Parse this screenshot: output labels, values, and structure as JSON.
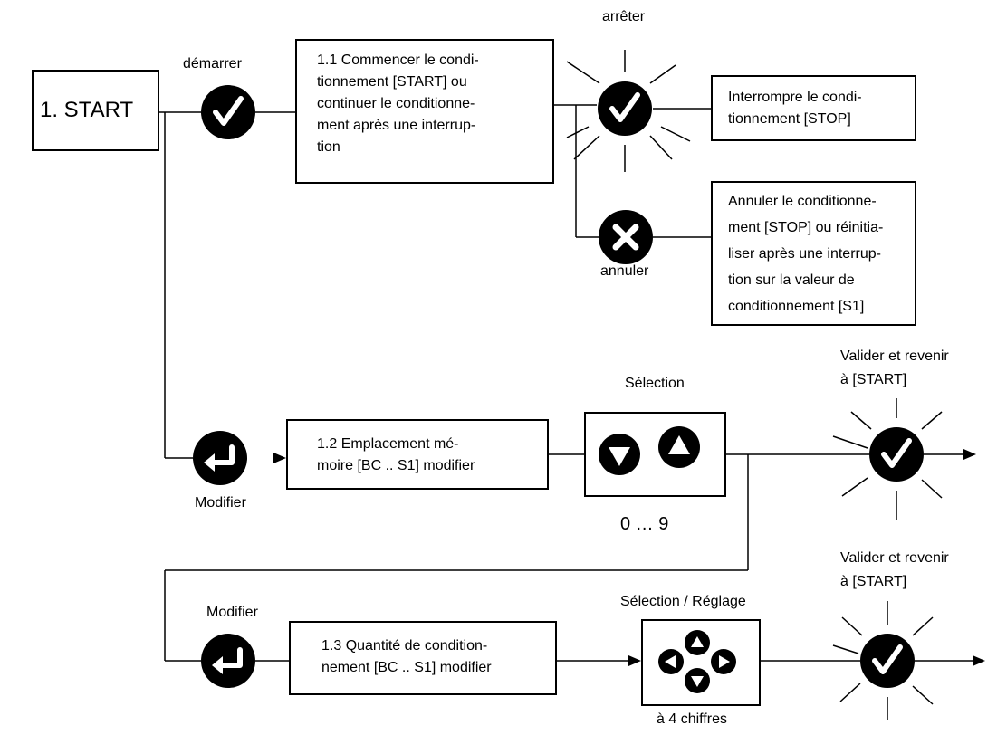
{
  "start_box": {
    "text": "1. START"
  },
  "labels": {
    "demarrer": "démarrer",
    "arreter": "arrêter",
    "annuler": "annuler",
    "modifier_1": "Modifier",
    "modifier_2": "Modifier",
    "selection": "Sélection",
    "selection_reglage": "Sélection / Réglage",
    "range": "0 … 9",
    "digits": "à 4 chiffres",
    "valider_1": "Valider et revenir\nà [START]",
    "valider_2": "Valider et revenir\nà [START]"
  },
  "boxes": {
    "b11": "1.1 Commencer le condi-\ntionnement [START] ou\ncontinuer le conditionne-\nment après une interrup-\ntion",
    "stop": "Interrompre le condi-\ntionnement [STOP]",
    "cancel": "Annuler le conditionne-\nment [STOP] ou réinitia-\nliser après une interrup-\ntion sur la valeur de\nconditionnement [S1]",
    "b12": "1.2 Emplacement mé-\nmoire [BC .. S1] modifier",
    "b13": "1.3 Quantité de condition-\nnement [BC .. S1] modifier"
  },
  "icons": {
    "check": "check-icon",
    "cancel": "x-icon",
    "enter": "enter-icon",
    "down": "arrow-down-icon",
    "up": "arrow-up-icon",
    "left": "arrow-left-icon",
    "right": "arrow-right-icon"
  },
  "colors": {
    "ink": "#000000",
    "paper": "#ffffff"
  }
}
